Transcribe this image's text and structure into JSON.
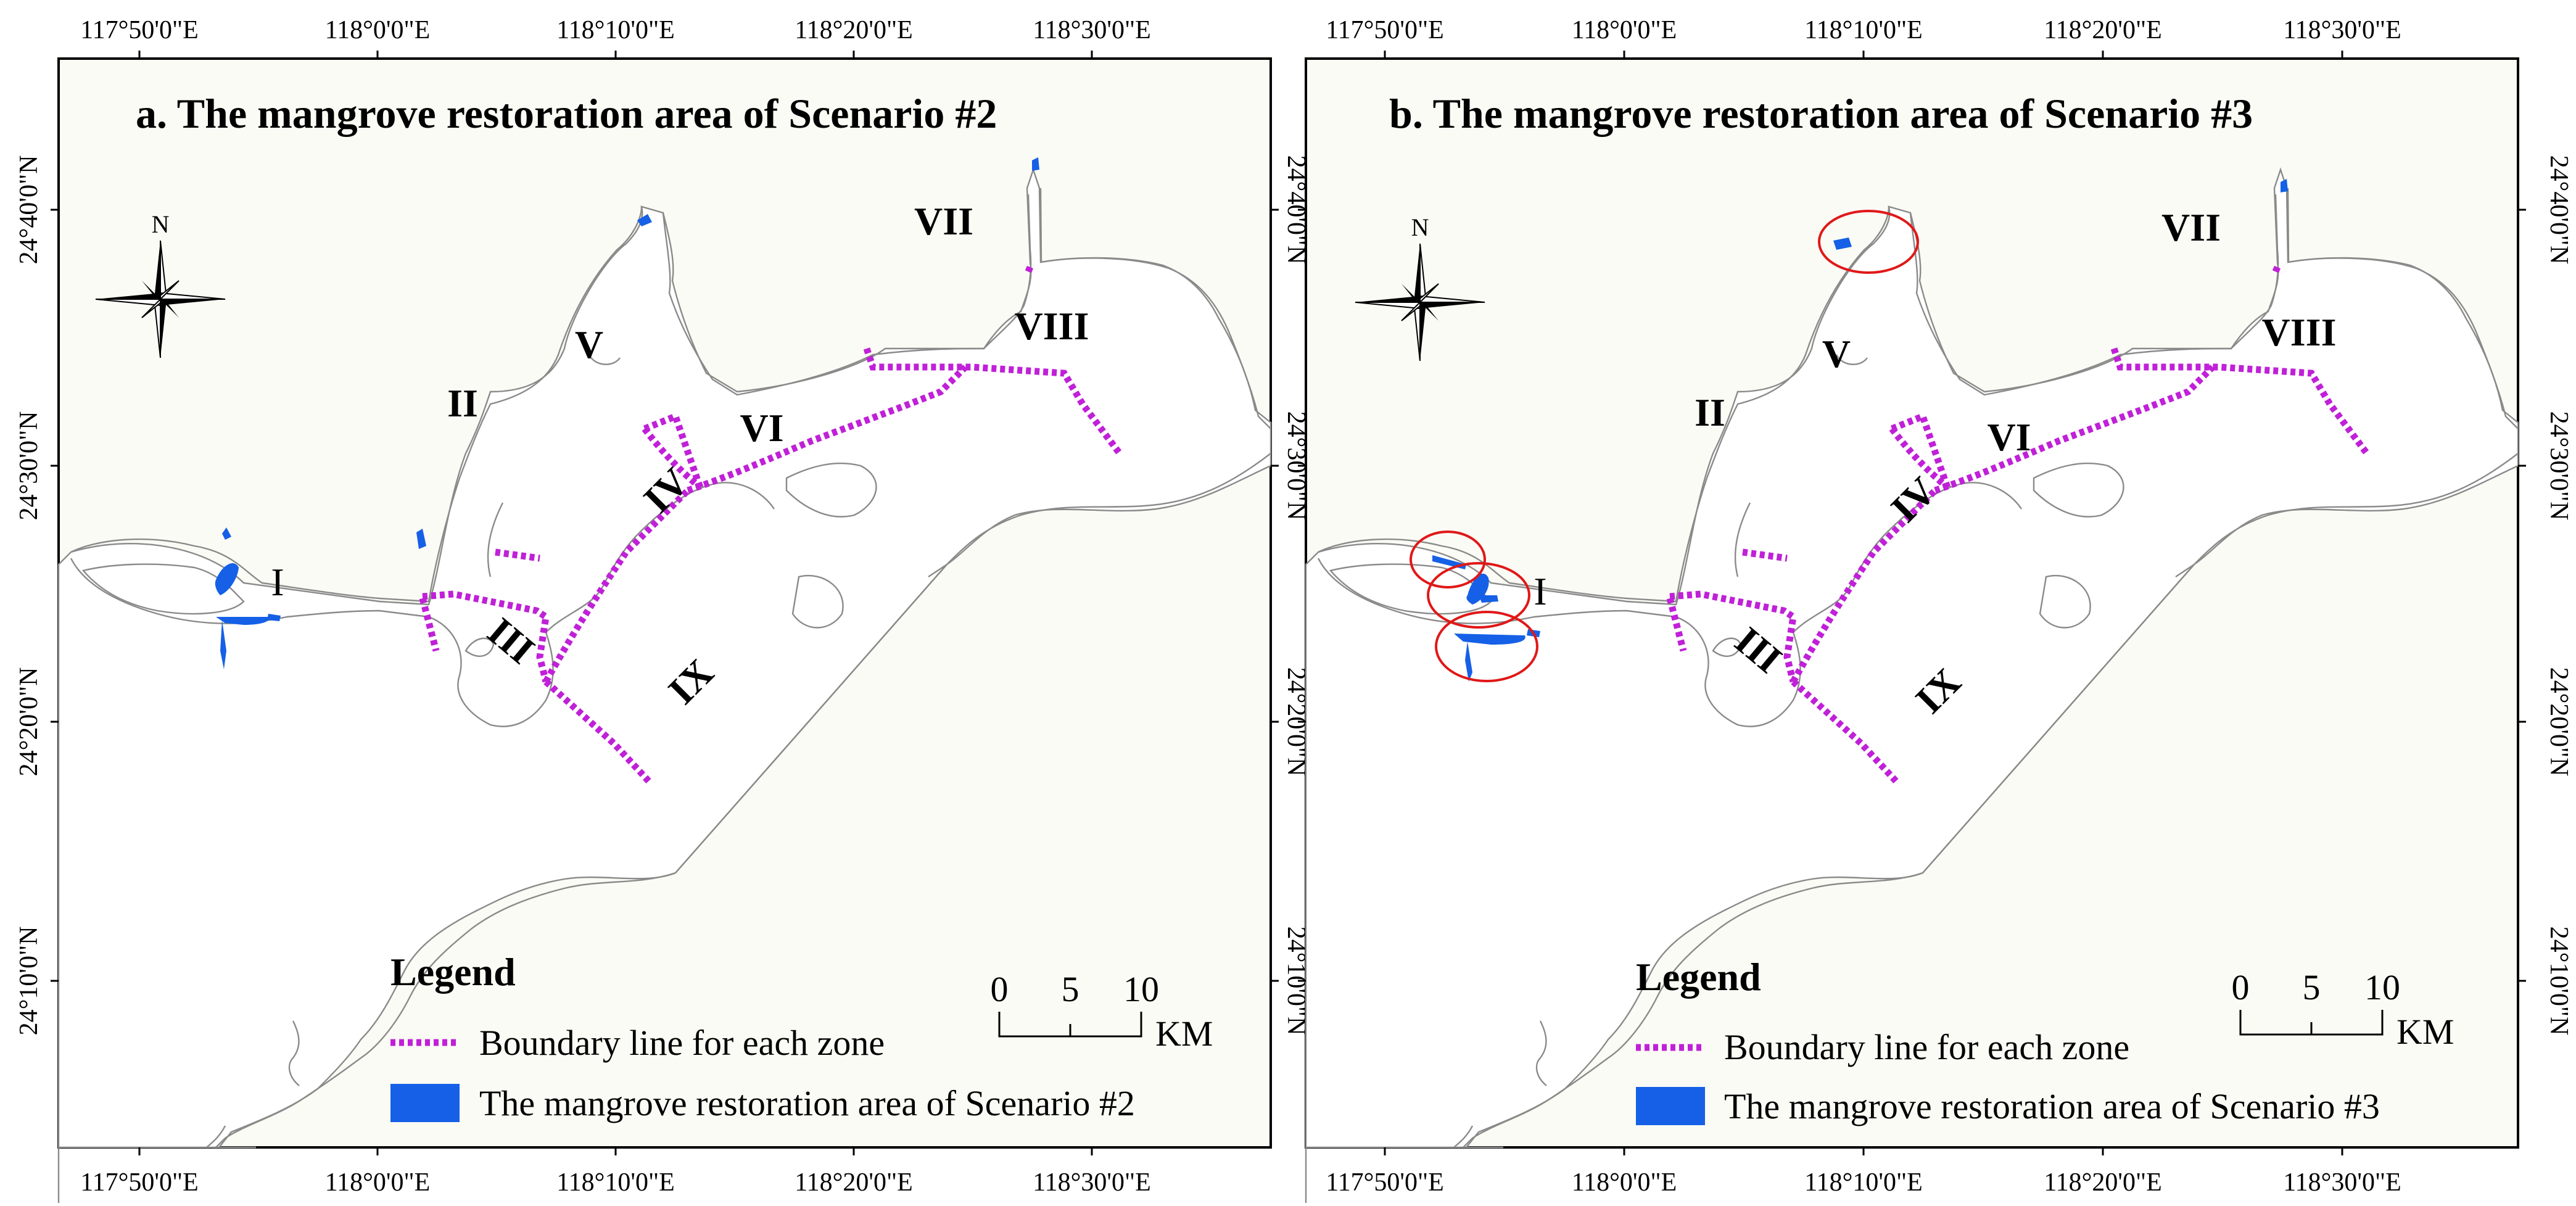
{
  "panels": [
    {
      "id": "a",
      "title": "a. The mangrove restoration area of Scenario #2",
      "lon_ticks": [
        "117°50'0\"E",
        "118°0'0\"E",
        "118°10'0\"E",
        "118°20'0\"E",
        "118°30'0\"E"
      ],
      "lat_ticks": [
        "24°40'0\"N",
        "24°30'0\"N",
        "24°20'0\"N",
        "24°10'0\"N"
      ],
      "north_label": "N",
      "zones": [
        "I",
        "II",
        "III",
        "IV",
        "V",
        "VI",
        "VII",
        "VIII",
        "IX"
      ],
      "legend": {
        "heading": "Legend",
        "boundary_label": "Boundary line for each zone",
        "area_label": "The mangrove restoration area of Scenario #2"
      },
      "scale": {
        "ticks": [
          "0",
          "5",
          "10"
        ],
        "unit": "KM"
      },
      "highlight_circles": 0
    },
    {
      "id": "b",
      "title": "b. The mangrove restoration area of Scenario #3",
      "lon_ticks": [
        "117°50'0\"E",
        "118°0'0\"E",
        "118°10'0\"E",
        "118°20'0\"E",
        "118°30'0\"E"
      ],
      "lat_ticks": [
        "24°40'0\"N",
        "24°30'0\"N",
        "24°20'0\"N",
        "24°10'0\"N"
      ],
      "north_label": "N",
      "zones": [
        "I",
        "II",
        "III",
        "IV",
        "V",
        "VI",
        "VII",
        "VIII",
        "IX"
      ],
      "legend": {
        "heading": "Legend",
        "boundary_label": "Boundary line for each zone",
        "area_label": "The mangrove restoration area of Scenario #3"
      },
      "scale": {
        "ticks": [
          "0",
          "5",
          "10"
        ],
        "unit": "KM"
      },
      "highlight_circles": 4
    }
  ],
  "colors": {
    "boundary": "#c020d8",
    "mangrove": "#1560e6",
    "highlight": "#e01818",
    "land": "#fbfbf5"
  }
}
